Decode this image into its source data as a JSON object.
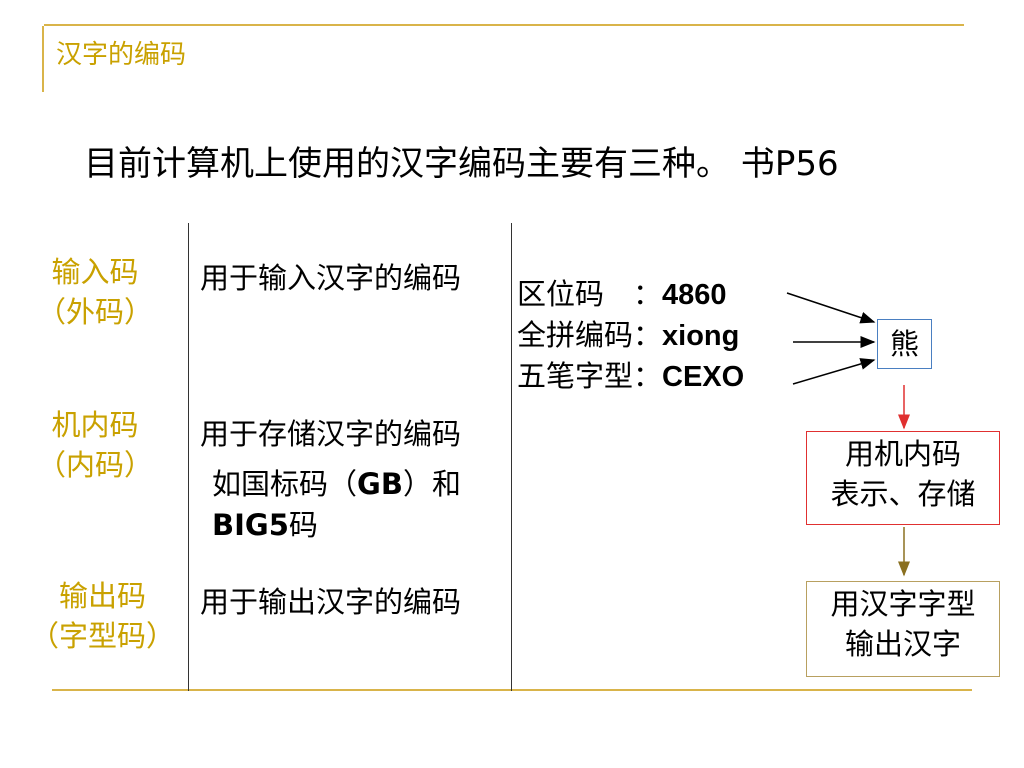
{
  "header": {
    "title": "汉字的编码"
  },
  "subtitle": {
    "text": "目前计算机上使用的汉字编码主要有三种。 书",
    "ref": "P56"
  },
  "categories": [
    {
      "name": "输入码",
      "alt": "（外码）",
      "desc": "用于输入汉字的编码"
    },
    {
      "name": "机内码",
      "alt": "（内码）",
      "desc": "用于存储汉字的编码",
      "example_prefix": "如国标码（",
      "example_gb": "GB",
      "example_mid": "）和",
      "example_big5": "BIG5",
      "example_suffix": "码"
    },
    {
      "name": "输出码",
      "alt": "（字型码）",
      "desc": "用于输出汉字的编码"
    }
  ],
  "input_codes": [
    {
      "label": "区位码　：",
      "value": "4860"
    },
    {
      "label": "全拼编码：",
      "value": "xiong"
    },
    {
      "label": "五笔字型：",
      "value": "CEXO"
    }
  ],
  "flow": {
    "char": "熊",
    "step1_line1": "用机内码",
    "step1_line2": "表示、存储",
    "step2_line1": "用汉字字型",
    "step2_line2": "输出汉字"
  },
  "colors": {
    "accent": "#c9a100",
    "char_box_border": "#4a7fc1",
    "step1_border": "#e03030",
    "step2_border": "#b8a060",
    "arrow_red": "#e03030",
    "arrow_olive": "#8a7020"
  }
}
